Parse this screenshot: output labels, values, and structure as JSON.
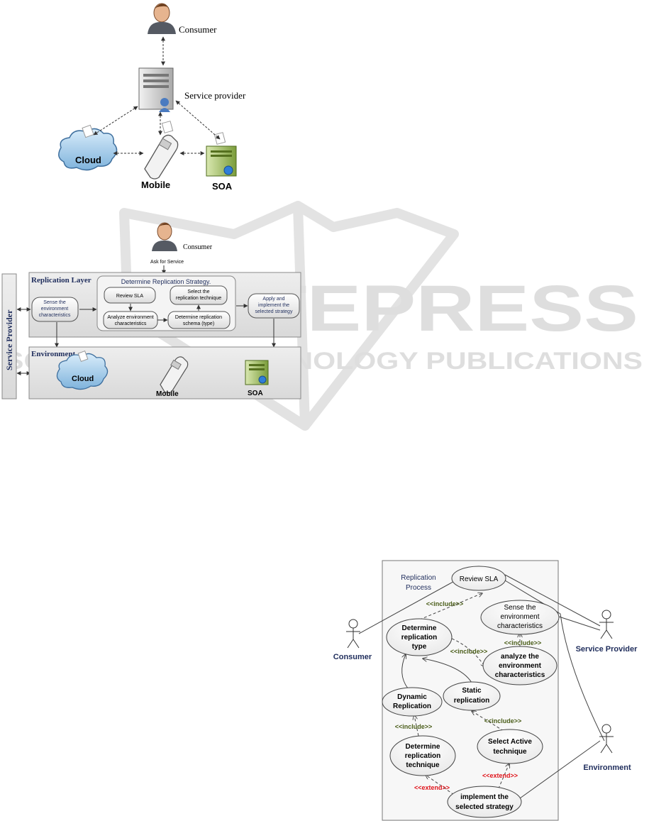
{
  "watermark": {
    "brand_text": "SCITEPRESS",
    "tagline": "SCIENCE AND TECHNOLOGY PUBLICATIONS"
  },
  "colors": {
    "navy": "#1f2d5c",
    "include_green": "#4b5e1a",
    "extend_red": "#e0141b",
    "panel_grey": "#e6e6e6"
  },
  "figure1": {
    "consumer": "Consumer",
    "service_provider": "Service provider",
    "cloud": "Cloud",
    "mobile": "Mobile",
    "soa": "SOA"
  },
  "figure2": {
    "consumer": "Consumer",
    "ask_for_service": "Ask for Service",
    "service_provider": "Service Provider",
    "replication_layer": "Replication Layer",
    "environment": "Environment",
    "determine_strategy": "Determine Replication Strategy.",
    "sense_l1": "Sense the",
    "sense_l2": "environment",
    "sense_l3": "characteristics",
    "review_sla": "Review SLA",
    "analyze_l1": "Analyze environment",
    "analyze_l2": "characteristics",
    "select_l1": "Select the",
    "select_l2": "replication technique",
    "schema_l1": "Determine replication",
    "schema_l2": "schema (type)",
    "apply_l1": "Apply and",
    "apply_l2": "implement the",
    "apply_l3": "selected strategy",
    "cloud": "Cloud",
    "mobile": "Mobile",
    "soa": "SOA"
  },
  "figure3": {
    "process_l1": "Replication",
    "process_l2": "Process",
    "review_sla": "Review SLA",
    "sense_l1": "Sense  the",
    "sense_l2": "environment",
    "sense_l3": "characteristics",
    "det_type_l1": "Determine",
    "det_type_l2": "replication",
    "det_type_l3": "type",
    "analyze_l1": "analyze the",
    "analyze_l2": "environment",
    "analyze_l3": "characteristics",
    "dynamic_l1": "Dynamic",
    "dynamic_l2": "Replication",
    "static_l1": "Static",
    "static_l2": "replication",
    "det_tech_l1": "Determine",
    "det_tech_l2": "replication",
    "det_tech_l3": "technique",
    "select_active_l1": "Select Active",
    "select_active_l2": "technique",
    "implement_l1": "implement the",
    "implement_l2": "selected strategy",
    "include": "<<include>>",
    "extend": "<<extend>>",
    "actor_consumer": "Consumer",
    "actor_provider": "Service Provider",
    "actor_environment": "Environment"
  }
}
